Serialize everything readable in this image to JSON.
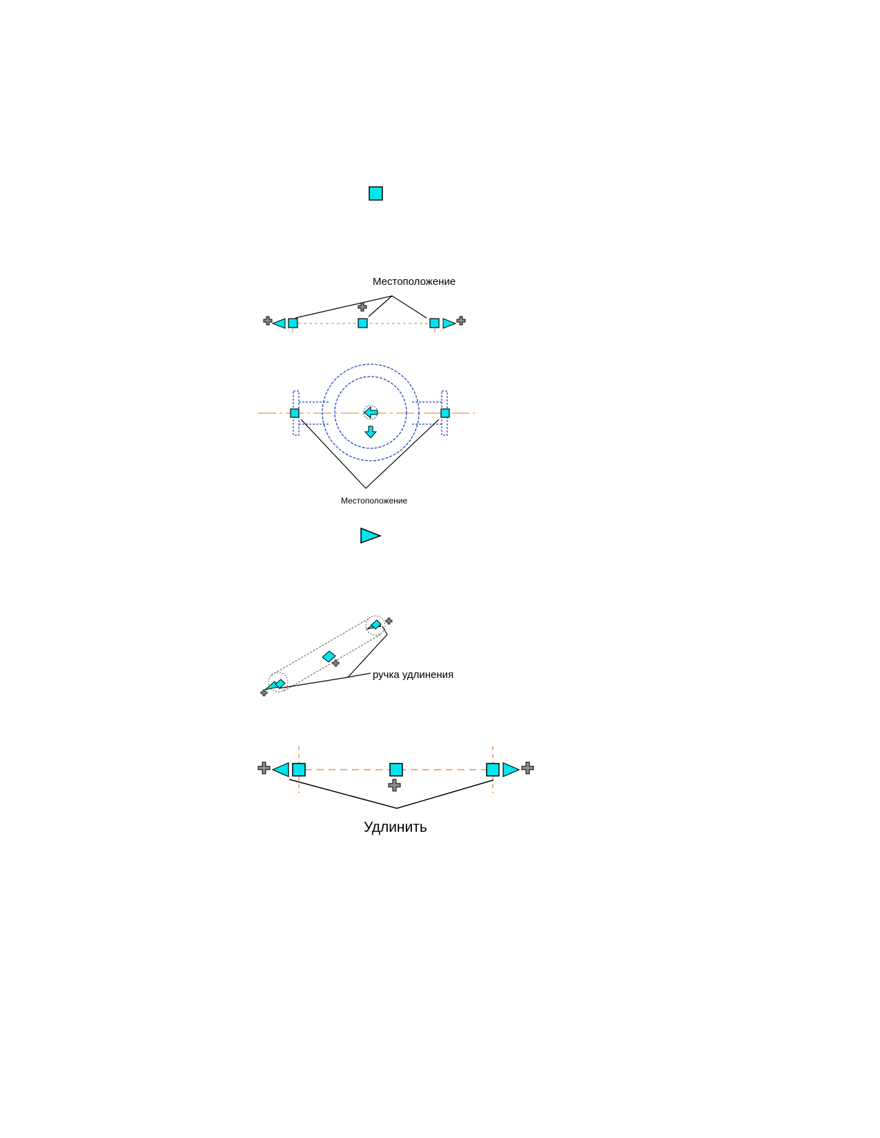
{
  "colors": {
    "grip_fill": "#00e5ee",
    "grip_stroke": "#000000",
    "centerline": "#e07a2e",
    "hidden_lines": "#2040c0",
    "add_grip": "#8a8a8a",
    "leader": "#000000"
  },
  "grip_types": {
    "location": {
      "icon": "square-grip-icon"
    },
    "lengthen": {
      "icon": "triangle-grip-icon"
    }
  },
  "figures": {
    "pipe_location": {
      "label": "Местоположение"
    },
    "fitting_location": {
      "label": "Местоположение"
    },
    "angled_segment": {
      "label": "ручка удлинения"
    },
    "pipe_lengthen": {
      "label": "Удлинить"
    }
  }
}
